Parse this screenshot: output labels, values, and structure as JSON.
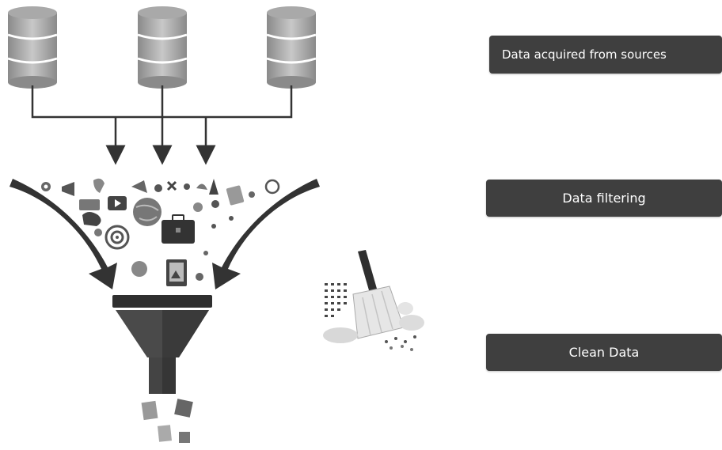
{
  "stages": [
    {
      "label": "Data acquired from sources"
    },
    {
      "label": "Data filtering"
    },
    {
      "label": "Clean Data"
    }
  ],
  "icons": {
    "sources": [
      "database-icon",
      "database-icon",
      "database-icon"
    ],
    "funnel": "funnel-icon",
    "cleaning": "broom-icon"
  }
}
